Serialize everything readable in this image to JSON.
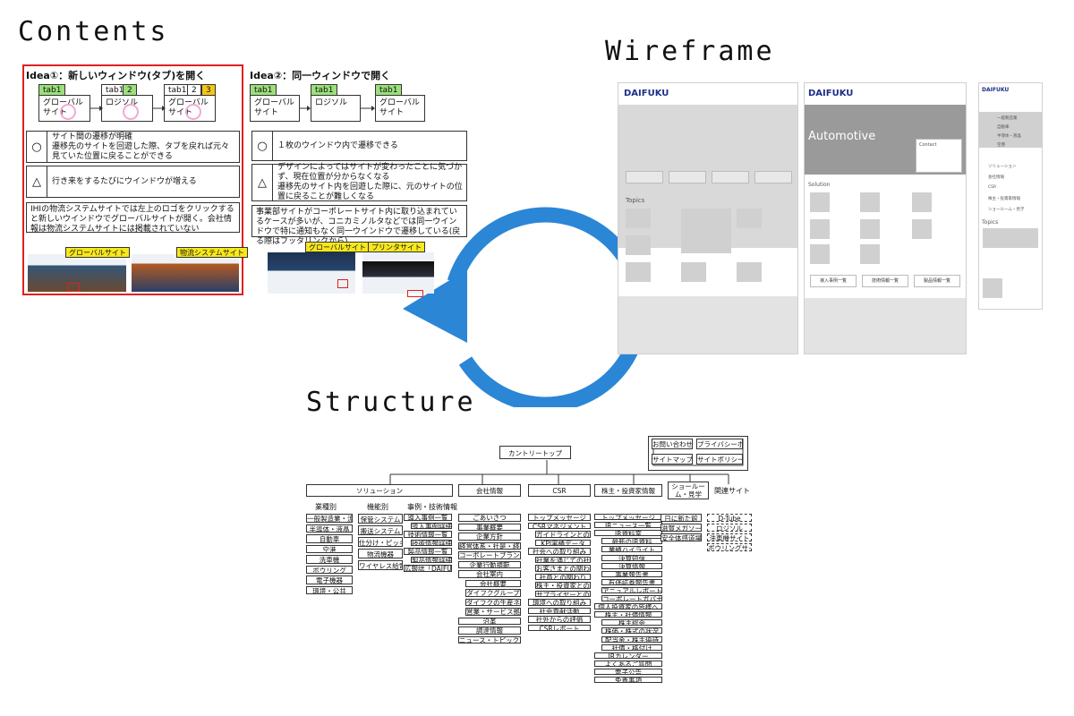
{
  "sections": {
    "contents": "Contents",
    "wireframe": "Wireframe",
    "structure": "Structure"
  },
  "idea1": {
    "title": "Idea①：新しいウィンドウ(タブ)を開く",
    "tabs": [
      "tab1",
      "tab1",
      "2",
      "tab1",
      "2",
      "3"
    ],
    "cards": [
      "グローバルサイト",
      "ロジソル",
      "グローバルサイト"
    ],
    "rows": [
      {
        "sym": "○",
        "text": "サイト間の遷移が明確\n遷移先のサイトを回遊した際、タブを戻れば元々見ていた位置に戻ることができる"
      },
      {
        "sym": "△",
        "text": "行き来をするたびにウインドウが増える"
      }
    ],
    "note": "IHIの物流システムサイトでは左上のロゴをクリックすると新しいウインドウでグローバルサイトが開く。会社情報は物流システムサイトには掲載されていない",
    "labels": [
      "グローバルサイト",
      "物流システムサイト"
    ]
  },
  "idea2": {
    "title": "Idea②：同一ウィンドウで開く",
    "tabs": [
      "tab1",
      "tab1",
      "tab1"
    ],
    "cards": [
      "グローバルサイト",
      "ロジソル",
      "グローバルサイト"
    ],
    "rows": [
      {
        "sym": "○",
        "text": "１枚のウインドウ内で遷移できる"
      },
      {
        "sym": "△",
        "text": "デザインによってはサイトが変わったことに気づかず、現在位置が分からなくなる\n遷移先のサイト内を回遊した際に、元のサイトの位置に戻ることが難しくなる"
      }
    ],
    "note": "事業部サイトがコーポレートサイト内に取り込まれているケースが多いが、コニカミノルタなどでは同一ウインドウで特に通知もなく同一ウインドウで遷移している(戻る際はフッタリンクから)",
    "labels": [
      "グローバルサイト",
      "プリンタサイト"
    ]
  },
  "wireframes": {
    "logo": "DAIFUKU",
    "hero_title": "Automotive",
    "contact": "Contact",
    "topics": "Topics",
    "solution": "Solution",
    "btns": [
      "導入事例一覧",
      "技術情報一覧",
      "製品情報一覧"
    ],
    "mobile_menu": [
      "一般製造業",
      "自動車",
      "半導体・液晶",
      "空港"
    ],
    "mobile_links": [
      "ソリューション",
      "会社情報",
      "CSR",
      "株主・投資家情報",
      "ショールーム・見学"
    ],
    "mobile_topics": "Topics"
  },
  "structure": {
    "root": "カントリートップ",
    "utility": [
      "お問い合わせ",
      "プライバシーポリシー",
      "サイトマップ",
      "サイトポリシー"
    ],
    "top": [
      "ソリューション",
      "会社情報",
      "CSR",
      "株主・投資家情報",
      "ショールーム・見学",
      "関連サイト"
    ],
    "sol_heads": [
      "業種別",
      "機能別",
      "事例・技術情報"
    ],
    "gyoshu": [
      "一般製造業・流通業",
      "半導体・液晶",
      "自動車",
      "空港",
      "洗車機",
      "ボウリング",
      "電子機器",
      "環境・公共"
    ],
    "kinou": [
      "保管システム",
      "搬送システム",
      "仕分け・ピッキングシステム",
      "物流機器",
      "ワイヤレス給電システム"
    ],
    "jirei": [
      "導入事例一覧",
      "導入事例詳細",
      "技術情報一覧",
      "技術情報詳細",
      "製品情報一覧",
      "製品情報詳細",
      "広報誌「DAIFUKU NEWS」"
    ],
    "kaisha": [
      "ごあいさつ",
      "事業概要",
      "企業方針",
      "経営体系・社是・経営理念",
      "コーポレートブランド",
      "企業行動規範",
      "会社案内",
      "会社概要",
      "ダイフクグループ",
      "ダイフクの生産ネットワーク",
      "営業・サービス拠点",
      "沿革",
      "調達情報",
      "ニュース・トピックス"
    ],
    "csr": [
      "トップメッセージ",
      "CSRマネジメント",
      "ガイドラインとの対照表",
      "KPI実績データ",
      "社会への取り組み",
      "社業を通じての社会貢献",
      "お客さまとの関わり",
      "社員との関わり",
      "株主・投資家との関わり",
      "サプライヤーとの関わり",
      "環境への取り組み",
      "社会貢献活動",
      "社外からの評価",
      "CSRレポート"
    ],
    "ir": [
      "トップメッセージ",
      "IRニュース一覧",
      "IR資料室",
      "最新のIR資料",
      "業績ハイライト",
      "決算短信",
      "決算情報",
      "事業報告書",
      "有価証券報告書",
      "アニュアルレポート",
      "コーポレートガバナンス報告書",
      "個人投資家の皆様へ",
      "株主・社債情報",
      "株主総会",
      "株価・株式の状況",
      "配当金・株主優待",
      "社債・格付け",
      "IRカレンダー",
      "よくあるご質問",
      "電子公告",
      "免責事項"
    ],
    "showroom": [
      "日に新た館",
      "滋賀メガソーラー",
      "安全体感道場"
    ],
    "related": [
      "D-Tube",
      "ロジソル",
      "洗車機サイト",
      "ボウリングサイト"
    ]
  }
}
